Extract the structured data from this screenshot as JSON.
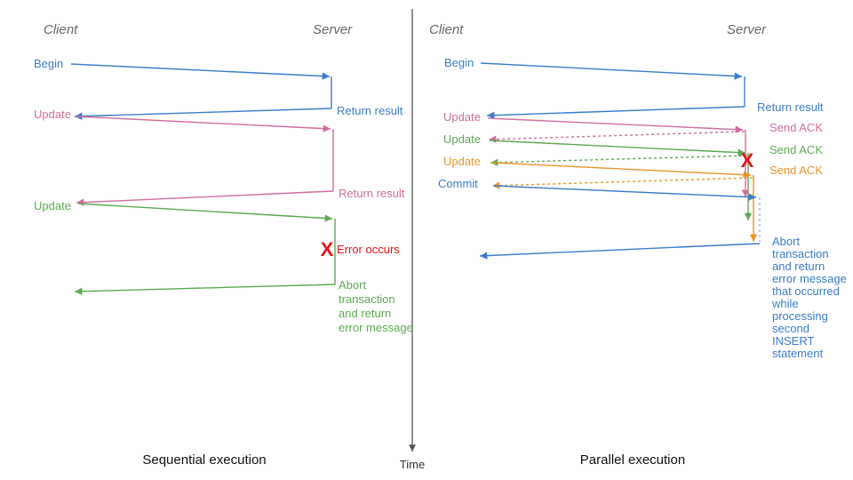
{
  "diagram": {
    "title_left": "Sequential execution",
    "title_right": "Parallel execution",
    "time_axis_label": "Time",
    "colors": {
      "blue": "#3d7cc9",
      "pink": "#d06d9e",
      "green": "#5fa855",
      "orange": "#e8952f",
      "red": "#e8111b",
      "axis": "#555555",
      "header": "#666666",
      "caption": "#111111",
      "background": "#ffffff"
    }
  },
  "left_panel": {
    "lane_client": "Client",
    "lane_server": "Server",
    "caption": "Sequential execution",
    "messages": [
      {
        "label": "Begin",
        "color": "blue",
        "direction": "client-to-server"
      },
      {
        "label": "Return result",
        "color": "blue",
        "direction": "server-to-client"
      },
      {
        "label": "Update",
        "color": "pink",
        "direction": "client-to-server"
      },
      {
        "label": "Return result",
        "color": "pink",
        "direction": "server-to-client"
      },
      {
        "label": "Update",
        "color": "green",
        "direction": "client-to-server"
      },
      {
        "label": "Error occurs",
        "color": "red",
        "direction": "server-note"
      },
      {
        "label": "Abort transaction and return error message",
        "color": "green",
        "direction": "server-to-client"
      }
    ],
    "error_marker": "X",
    "abort_note_lines": [
      "Abort",
      "transaction",
      "and return",
      "error message"
    ]
  },
  "right_panel": {
    "lane_client": "Client",
    "lane_server": "Server",
    "caption": "Parallel execution",
    "messages": [
      {
        "label": "Begin",
        "color": "blue",
        "direction": "client-to-server"
      },
      {
        "label": "Return result",
        "color": "blue",
        "direction": "server-to-client"
      },
      {
        "label": "Update",
        "color": "pink",
        "direction": "client-to-server"
      },
      {
        "label": "Send ACK",
        "color": "pink",
        "direction": "server-to-client"
      },
      {
        "label": "Update",
        "color": "green",
        "direction": "client-to-server"
      },
      {
        "label": "Send ACK",
        "color": "green",
        "direction": "server-to-client"
      },
      {
        "label": "Update",
        "color": "orange",
        "direction": "client-to-server"
      },
      {
        "label": "Send ACK",
        "color": "orange",
        "direction": "server-to-client"
      },
      {
        "label": "Commit",
        "color": "blue",
        "direction": "client-to-server"
      }
    ],
    "error_marker": "X",
    "abort_note_lines": [
      "Abort",
      "transaction",
      "and return",
      "error message",
      "that occurred",
      "while",
      "processing",
      "second",
      "INSERT",
      "statement"
    ]
  }
}
